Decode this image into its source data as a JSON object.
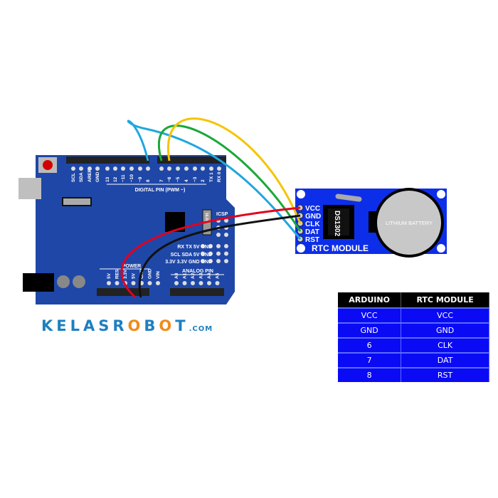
{
  "arduino": {
    "digital_left": [
      "SCL",
      "SDA",
      "AREF",
      "GND",
      "13",
      "12",
      "~11",
      "~10",
      "~9",
      "8"
    ],
    "digital_right": [
      "7",
      "~6",
      "~5",
      "4",
      "~3",
      "2",
      "TX 1",
      "RX 0"
    ],
    "digital_label": "DIGITAL PIN (PWM ~)",
    "icsp_label": "ICSP",
    "chip_label": "16.00",
    "row1": "RX  TX  5V  GND",
    "row2": "SCL  SDA  5V  GND",
    "row3": "3.3V 3.3V GND GND",
    "power_label": "POWER",
    "power_pins": [
      "5V",
      "RES",
      "3.3V",
      "5V",
      "GND",
      "GND",
      "VIN"
    ],
    "analog_label": "ANALOG PIN",
    "analog_pins": [
      "A0",
      "A1",
      "A2",
      "A3",
      "A4",
      "A5"
    ]
  },
  "rtc": {
    "pins": [
      "VCC",
      "GND",
      "CLK",
      "DAT",
      "RST"
    ],
    "chip": "DS1302",
    "battery": "LITHIUM BATTERY",
    "title": "RTC MODULE"
  },
  "logo": {
    "text_a": "KELASR",
    "o1": "O",
    "text_b": "B",
    "o2": "O",
    "text_c": "T",
    "suffix": ".COM"
  },
  "table": {
    "headers": [
      "ARDUINO",
      "RTC MODULE"
    ],
    "rows": [
      [
        "VCC",
        "VCC"
      ],
      [
        "GND",
        "GND"
      ],
      [
        "6",
        "CLK"
      ],
      [
        "7",
        "DAT"
      ],
      [
        "8",
        "RST"
      ]
    ]
  },
  "colors": {
    "board": "#1f47a8",
    "rtc": "#0d2ee8",
    "vcc": "#e3001b",
    "gnd": "#111111",
    "clk": "#f5c400",
    "dat": "#1aa83a",
    "rst": "#1fa7e0"
  }
}
